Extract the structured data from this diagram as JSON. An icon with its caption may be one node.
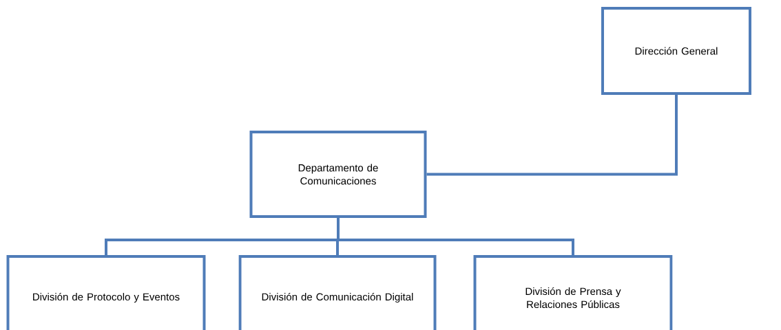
{
  "diagram": {
    "nodes": [
      {
        "text": [
          "Dirección General"
        ]
      },
      {
        "text": [
          "Departamento de Comunicaciones"
        ]
      },
      {
        "text": [
          "División de Protocolo y Eventos"
        ]
      },
      {
        "text": [
          "División de Comunicación Digital"
        ]
      },
      {
        "text": [
          "División de Prensa y Relaciones Públicas"
        ]
      }
    ],
    "edges": [
      {
        "from": 0,
        "to": 1,
        "arrow": "none"
      },
      {
        "from": 1,
        "to": 2,
        "arrow": "none"
      },
      {
        "from": 1,
        "to": 3,
        "arrow": "none"
      },
      {
        "from": 1,
        "to": 4,
        "arrow": "none"
      }
    ]
  }
}
